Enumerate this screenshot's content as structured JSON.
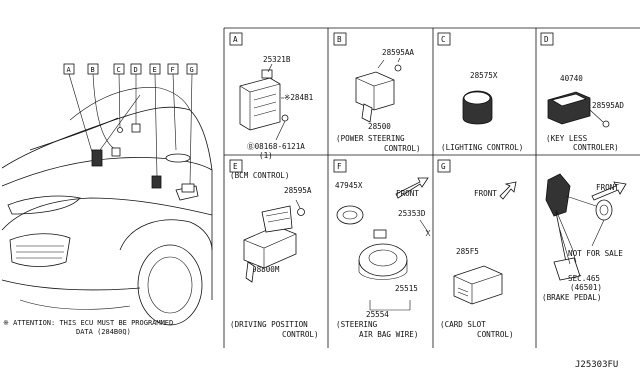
{
  "overview": {
    "callout_labels": [
      "A",
      "B",
      "C",
      "D",
      "E",
      "F",
      "G"
    ]
  },
  "attention": {
    "line1": "※ ATTENTION: THIS ECU MUST BE PROGRAMMED",
    "line2": "DATA (284B0Q)"
  },
  "panels": {
    "A": {
      "letter": "A",
      "parts": [
        "25321B",
        "※284B1",
        "Ⓑ08168-6121A",
        "(1)"
      ],
      "caption": "(BCM CONTROL)"
    },
    "B": {
      "letter": "B",
      "parts": [
        "28595AA",
        "28500"
      ],
      "caption_line1": "(POWER STEERING",
      "caption_line2": "CONTROL)"
    },
    "C": {
      "letter": "C",
      "parts": [
        "28575X"
      ],
      "caption": "(LIGHTING CONTROL)"
    },
    "D": {
      "letter": "D",
      "parts": [
        "40740",
        "28595AD"
      ],
      "caption_line1": "(KEY LESS",
      "caption_line2": "CONTROLER)"
    },
    "E": {
      "letter": "E",
      "parts": [
        "28595A",
        "98800M"
      ],
      "caption_line1": "(DRIVING POSITION",
      "caption_line2": "CONTROL)"
    },
    "F": {
      "letter": "F",
      "parts": [
        "47945X",
        "25353D",
        "25515",
        "25554"
      ],
      "front": "FRONT",
      "caption_line1": "(STEERING",
      "caption_line2": "AIR BAG WIRE)"
    },
    "G": {
      "letter": "G",
      "parts": [
        "285F5"
      ],
      "front": "FRONT",
      "caption_line1": "(CARD SLOT",
      "caption_line2": "CONTROL)"
    },
    "H": {
      "front": "FRONT",
      "note": "NOT FOR SALE",
      "sec_line1": "SEC.465",
      "sec_line2": "(46501)",
      "caption": "(BRAKE PEDAL)"
    }
  },
  "diagram_id": "J25303FU"
}
